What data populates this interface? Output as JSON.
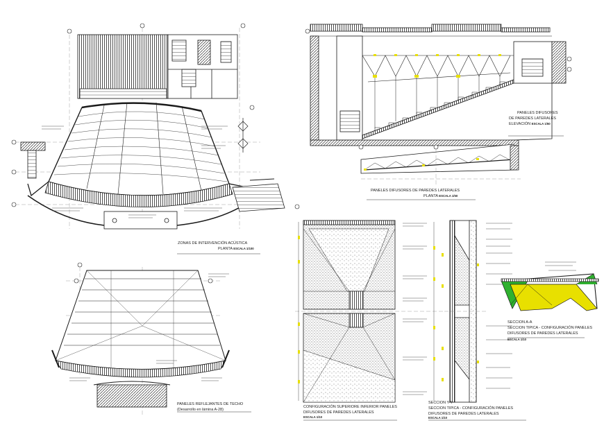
{
  "labels": {
    "zonas_title": "ZONAS DE INTERVENCIÓN ACÚSTICA",
    "zonas_planta": "PLANTA",
    "zonas_scale": "ESCALA 1/100",
    "paneles_dif_title1": "PANELES DIFUSORES",
    "paneles_dif_title2": "DE PAREDES LATERALES",
    "paneles_dif_elev": "ELEVACIÓN",
    "paneles_dif_elev_scale": "ESCALA 1/50",
    "paneles_dif_planta_title": "PANELES DIFUSORES DE PAREDES LATERALES",
    "paneles_dif_planta": "PLANTA",
    "paneles_dif_planta_scale": "ESCALA 1/50",
    "techo_title": "PANELES REFLEJANTES DE TECHO",
    "techo_sub": "(Desarrollo en lámina A-28)",
    "config_title1": "CONFIGURACIÓN SUPERIORE INFERIOR PANELES",
    "config_title2": "DIFUSORES DE PAREDES LATERALES",
    "config_scale": "ESCALA 1/10",
    "secciony_title1": "SECCION Y-Y",
    "secciony_title2": "SECCION TIPICA - CONFIGURACIÓN PANELES",
    "secciony_title3": "DIFUSORES DE PAREDES LATERALES",
    "secciony_scale": "ESCALA 1/10",
    "secciona_title1": "SECCION A-A",
    "secciona_title2": "SECCION TIPICA - CONFIGURACIÓN PANELES",
    "secciona_title3": "DIFUSORES DE PAREDES LATERALES",
    "secciona_scale": "ESCALA 1/10"
  },
  "colors": {
    "line": "#1a1a1a",
    "hatch": "#3a3a3a",
    "yellow": "#e8e000",
    "green": "#2fb12f",
    "grid": "#8a8a8a"
  }
}
